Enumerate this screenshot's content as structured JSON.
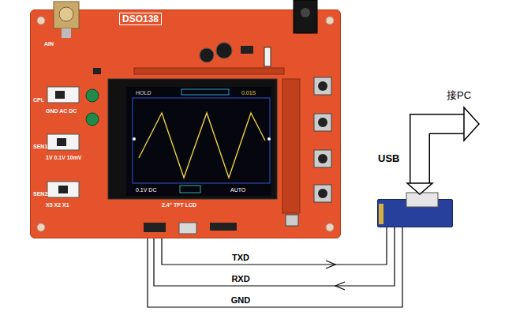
{
  "diagram": {
    "nodes": [
      {
        "text": [
          "DSO138"
        ]
      },
      {
        "text": [
          "USB"
        ]
      }
    ],
    "edges": [
      {
        "from": 0,
        "to": 1,
        "arrow": "to",
        "label": "TXD"
      },
      {
        "from": 1,
        "to": 0,
        "arrow": "to",
        "label": "RXD"
      },
      {
        "from": 0,
        "to": 1,
        "arrow": "none",
        "label": "GND"
      }
    ],
    "labels": [
      "HOLD",
      "0.01S",
      "0.1V DC",
      "AUTO",
      "AIN",
      "CPL",
      "GND AC DC",
      "SEN1",
      "1V 0.1V 10mV",
      "SEN2",
      "X5 X2 X1",
      "2.4\" TFT LCD",
      "接PC"
    ]
  }
}
